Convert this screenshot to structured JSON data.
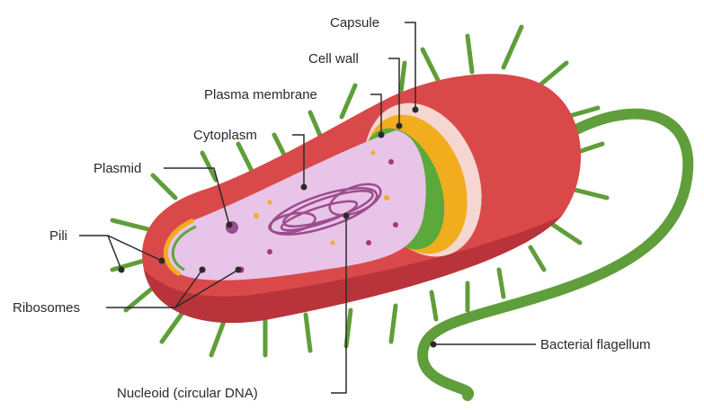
{
  "labels": {
    "capsule": "Capsule",
    "cell_wall": "Cell wall",
    "plasma_membrane": "Plasma membrane",
    "cytoplasm": "Cytoplasm",
    "plasmid": "Plasmid",
    "pili": "Pili",
    "ribosomes": "Ribosomes",
    "nucleoid": "Nucleoid (circular DNA)",
    "flagellum": "Bacterial flagellum"
  },
  "colors": {
    "capsule_outer": "#d9494a",
    "capsule_shade": "#b8343a",
    "cell_wall": "#f2ad1f",
    "plasma_membrane": "#5ba83b",
    "cytoplasm": "#e8c4e8",
    "pili": "#5f9e3a",
    "flagellum": "#5f9e3a",
    "nucleoid": "#9c4c8e",
    "leader": "#2a2a2a"
  }
}
